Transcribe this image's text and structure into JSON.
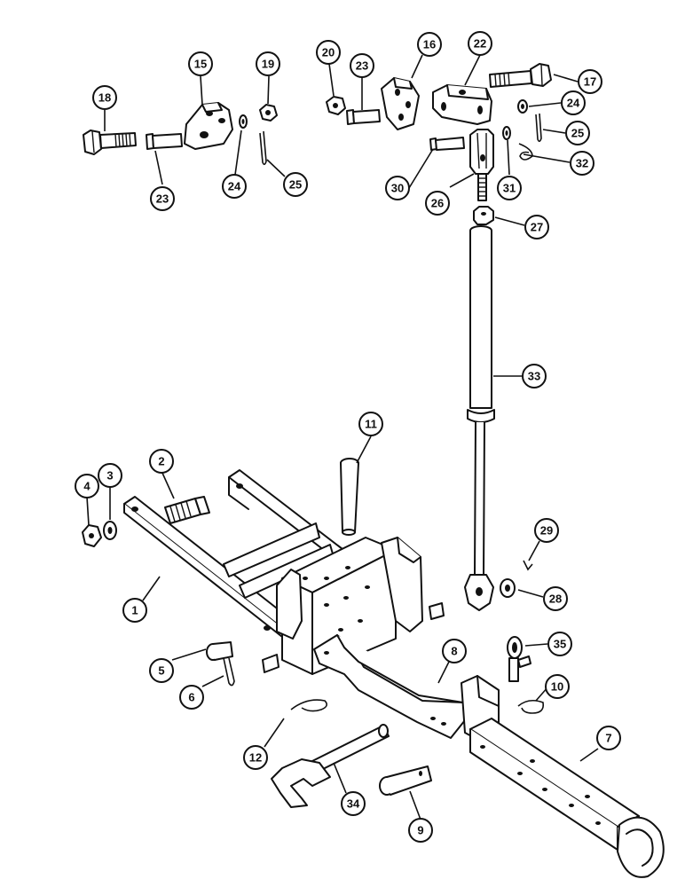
{
  "diagram": {
    "callouts": [
      {
        "id": "c1",
        "label": "1"
      },
      {
        "id": "c2",
        "label": "2"
      },
      {
        "id": "c3",
        "label": "3"
      },
      {
        "id": "c4",
        "label": "4"
      },
      {
        "id": "c5",
        "label": "5"
      },
      {
        "id": "c6",
        "label": "6"
      },
      {
        "id": "c7",
        "label": "7"
      },
      {
        "id": "c8",
        "label": "8"
      },
      {
        "id": "c9",
        "label": "9"
      },
      {
        "id": "c10",
        "label": "10"
      },
      {
        "id": "c11",
        "label": "11"
      },
      {
        "id": "c12",
        "label": "12"
      },
      {
        "id": "c15",
        "label": "15"
      },
      {
        "id": "c16",
        "label": "16"
      },
      {
        "id": "c17",
        "label": "17"
      },
      {
        "id": "c18",
        "label": "18"
      },
      {
        "id": "c19",
        "label": "19"
      },
      {
        "id": "c20",
        "label": "20"
      },
      {
        "id": "c22",
        "label": "22"
      },
      {
        "id": "c23a",
        "label": "23"
      },
      {
        "id": "c23b",
        "label": "23"
      },
      {
        "id": "c24a",
        "label": "24"
      },
      {
        "id": "c24b",
        "label": "24"
      },
      {
        "id": "c25a",
        "label": "25"
      },
      {
        "id": "c25b",
        "label": "25"
      },
      {
        "id": "c26",
        "label": "26"
      },
      {
        "id": "c27",
        "label": "27"
      },
      {
        "id": "c28",
        "label": "28"
      },
      {
        "id": "c29",
        "label": "29"
      },
      {
        "id": "c30",
        "label": "30"
      },
      {
        "id": "c31",
        "label": "31"
      },
      {
        "id": "c32",
        "label": "32"
      },
      {
        "id": "c33",
        "label": "33"
      },
      {
        "id": "c34",
        "label": "34"
      },
      {
        "id": "c35",
        "label": "35"
      }
    ]
  }
}
